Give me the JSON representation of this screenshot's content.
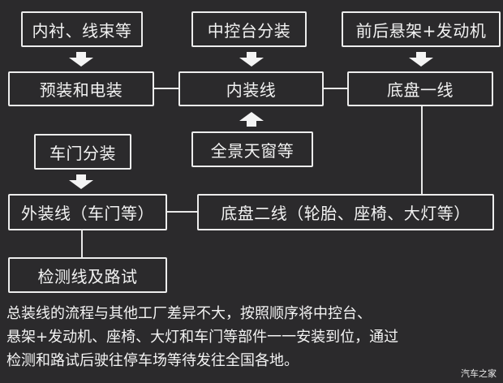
{
  "diagram": {
    "nodes": {
      "interior_parts": "内衬、线束等",
      "console_subassembly": "中控台分装",
      "suspension_engine": "前后悬架+发动机",
      "pre_electrical": "预装和电装",
      "interior_line": "内装线",
      "chassis_line_1": "底盘一线",
      "sunroof": "全景天窗等",
      "door_subassembly": "车门分装",
      "exterior_line": "外装线（车门等）",
      "chassis_line_2": "底盘二线（轮胎、座椅、大灯等）",
      "inspection": "检测线及路试"
    },
    "edges": [
      {
        "from": "内衬、线束等",
        "to": "预装和电装",
        "type": "arrow"
      },
      {
        "from": "中控台分装",
        "to": "内装线",
        "type": "arrow"
      },
      {
        "from": "前后悬架+发动机",
        "to": "底盘一线",
        "type": "arrow"
      },
      {
        "from": "全景天窗等",
        "to": "内装线",
        "type": "arrow"
      },
      {
        "from": "车门分装",
        "to": "外装线（车门等）",
        "type": "arrow"
      },
      {
        "from": "预装和电装",
        "to": "内装线",
        "type": "line"
      },
      {
        "from": "内装线",
        "to": "底盘一线",
        "type": "line"
      },
      {
        "from": "底盘一线",
        "to": "底盘二线（轮胎、座椅、大灯等）",
        "type": "line"
      },
      {
        "from": "底盘二线（轮胎、座椅、大灯等）",
        "to": "外装线（车门等）",
        "type": "line"
      },
      {
        "from": "外装线（车门等）",
        "to": "检测线及路试",
        "type": "line"
      }
    ]
  },
  "caption": {
    "lines": [
      "总装线的流程与其他工厂差异不大，按照顺序将中控台、",
      "悬架+发动机、座椅、大灯和车门等部件一一安装到位，通过",
      "检测和路试后驶往停车场等待发往全国各地。"
    ]
  },
  "watermark": "汽车之家",
  "colors": {
    "background": "#2b2a2c",
    "stroke": "#ededed",
    "text": "#f2f2f2"
  }
}
